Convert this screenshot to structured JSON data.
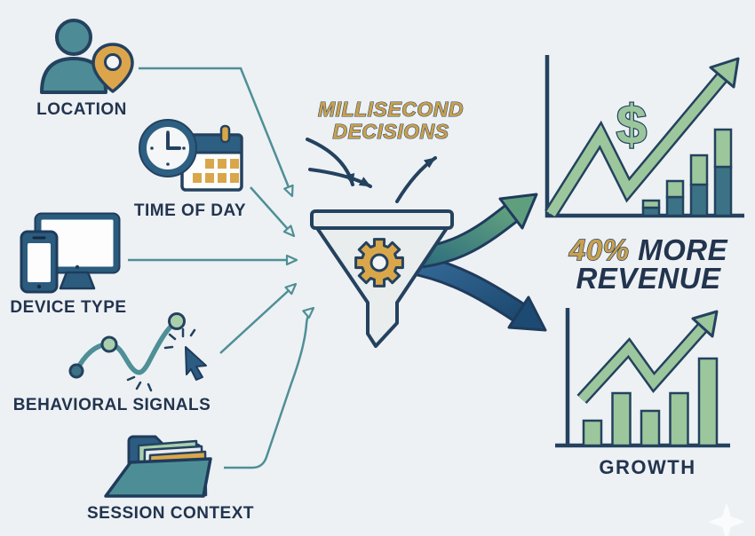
{
  "colors": {
    "background": "#edf1f4",
    "navy_outline": "#24425f",
    "text_dark": "#22344e",
    "teal_line": "#4f8f96",
    "teal_fill": "#4d8c96",
    "teal_bar": "#3c7286",
    "device_blue": "#2b5c7e",
    "gold": "#d9a74a",
    "gold_text": "#c9a04f",
    "chart_green": "#9cc69c",
    "funnel_body": "#e9edee",
    "arrow_teal_gradient": [
      "#2f6f7d",
      "#5f9f7e"
    ],
    "arrow_blue_gradient": [
      "#356a97",
      "#1d4a72"
    ]
  },
  "inputs": [
    {
      "id": "location",
      "label": "LOCATION",
      "icon": "person-with-location-pin"
    },
    {
      "id": "time-of-day",
      "label": "TIME OF DAY",
      "icon": "clock-and-calendar"
    },
    {
      "id": "device-type",
      "label": "DEVICE TYPE",
      "icon": "monitor-and-phone"
    },
    {
      "id": "behavioral-signals",
      "label": "BEHAVIORAL SIGNALS",
      "icon": "signal-curve-with-cursor"
    },
    {
      "id": "session-context",
      "label": "SESSION CONTEXT",
      "icon": "folder-stack"
    }
  ],
  "funnel": {
    "icon": "funnel-with-gear",
    "caption_line1": "MILLISECOND",
    "caption_line2": "DECISIONS"
  },
  "headline": {
    "highlight": "40%",
    "rest": " MORE",
    "line2": "REVENUE"
  },
  "chart_data": [
    {
      "id": "revenue-chart",
      "type": "bar",
      "stacked": true,
      "categories": [
        "bar1",
        "bar2",
        "bar3",
        "bar4"
      ],
      "series": [
        {
          "name": "teal-base",
          "color": "#3c7286",
          "values": [
            9,
            21,
            35,
            55
          ]
        },
        {
          "name": "green-top",
          "color": "#9cc69c",
          "values": [
            8,
            18,
            33,
            42
          ]
        }
      ],
      "currency_symbol": "$",
      "units": "relative height (axes unlabeled)",
      "annotations": [
        "upward zigzag trend arrow",
        "dollar sign"
      ],
      "axes": "plain L-shaped axes, no ticks, no tick labels"
    },
    {
      "id": "growth-chart",
      "type": "bar",
      "title": "GROWTH",
      "categories": [
        "bar1",
        "bar2",
        "bar3",
        "bar4",
        "bar5"
      ],
      "values": [
        28,
        59,
        39,
        59,
        98
      ],
      "units": "relative height (axes unlabeled)",
      "annotations": [
        "upward zigzag trend arrow"
      ],
      "axes": "plain L-shaped axes, no ticks, no tick labels"
    }
  ]
}
